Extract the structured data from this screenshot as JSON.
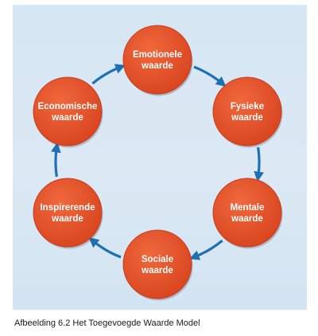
{
  "colors": {
    "circle": "#e8522a",
    "circle_dark": "#c63f1d",
    "arrow": "#1f6fb3",
    "background": "#d8e7f4",
    "text": "#ffffff"
  },
  "diagram": {
    "nodes": [
      {
        "id": "emotionele",
        "lines": [
          "Emotionele",
          "waarde"
        ]
      },
      {
        "id": "fysieke",
        "lines": [
          "Fysieke",
          "waarde"
        ]
      },
      {
        "id": "mentale",
        "lines": [
          "Mentale",
          "waarde"
        ]
      },
      {
        "id": "sociale",
        "lines": [
          "Sociale",
          "waarde"
        ]
      },
      {
        "id": "inspirerende",
        "lines": [
          "Inspirerende",
          "waarde"
        ]
      },
      {
        "id": "economische",
        "lines": [
          "Economische",
          "waarde"
        ]
      }
    ],
    "direction": "clockwise"
  },
  "caption": "Afbeelding 6.2 Het Toegevoegde Waarde Model"
}
